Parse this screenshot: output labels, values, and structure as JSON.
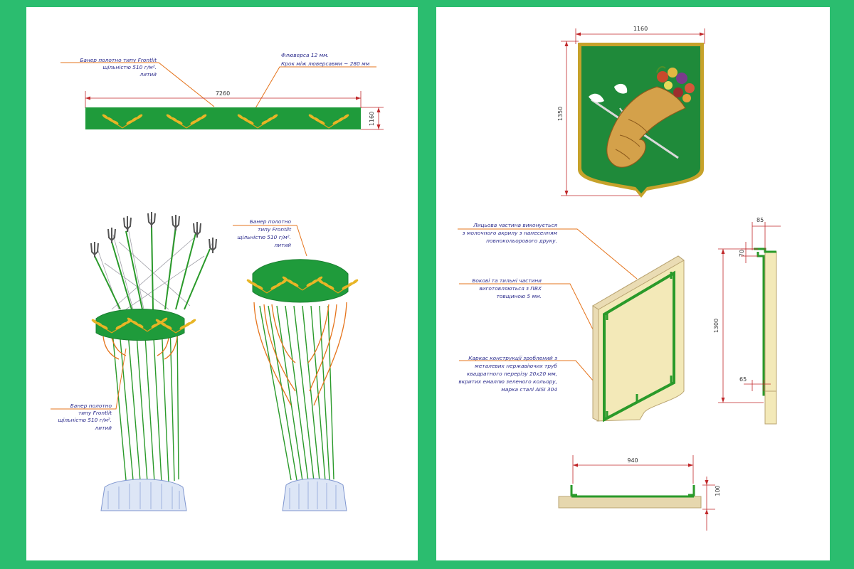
{
  "colors": {
    "background": "#2bbd6f",
    "sheet": "#ffffff",
    "banner_green": "#1f9b3b",
    "frame_green": "#2a9a2a",
    "wheat_gold": "#d9a21b",
    "dimension_red": "#c0282a",
    "leader_orange": "#e5741c",
    "caption_blue": "#2c2c8c",
    "panel_cream": "#f7f2c8",
    "pvc_side": "#eadcb4",
    "base_blue": "#9fb3df"
  },
  "left": {
    "banner_caption": [
      "Банер полотно типу Frontlit",
      "щільністю 510 г/м².",
      "литий"
    ],
    "eyelet_caption": [
      "Флюверса 12 мм.",
      "Крок між люверсавми ~ 280 мм"
    ],
    "banner_width": "7260",
    "banner_height": "1160",
    "sheaf_top_caption": [
      "Банер полотно",
      "типу Frontlit",
      "щільністю 510 г/м².",
      "литий"
    ],
    "sheaf_side_caption": [
      "Банер полотно",
      "типу Frontlit",
      "щільністю 510 г/м².",
      "литий"
    ]
  },
  "right": {
    "emblem_width": "1160",
    "emblem_height": "1350",
    "front_caption": [
      "Лицьова частина виконується",
      "з молочного акрилу з нанесенням",
      "повнокольорового друку."
    ],
    "side_caption": [
      "Бокові та тильні частини",
      "виготовляються з ПВХ",
      "товщиною 5 мм."
    ],
    "frame_caption": [
      "Каркас конструкції зроблений з",
      "металевих нержавіючих труб",
      "квадратного перерізу 20х20 мм,",
      "вкритих емаллю зеленого кольору,",
      "марка сталі AISI 304"
    ],
    "side_top_width": "85",
    "side_top_gap": "70",
    "side_height": "1300",
    "side_bottom_gap": "65",
    "bottom_width": "940",
    "bottom_height": "100"
  }
}
